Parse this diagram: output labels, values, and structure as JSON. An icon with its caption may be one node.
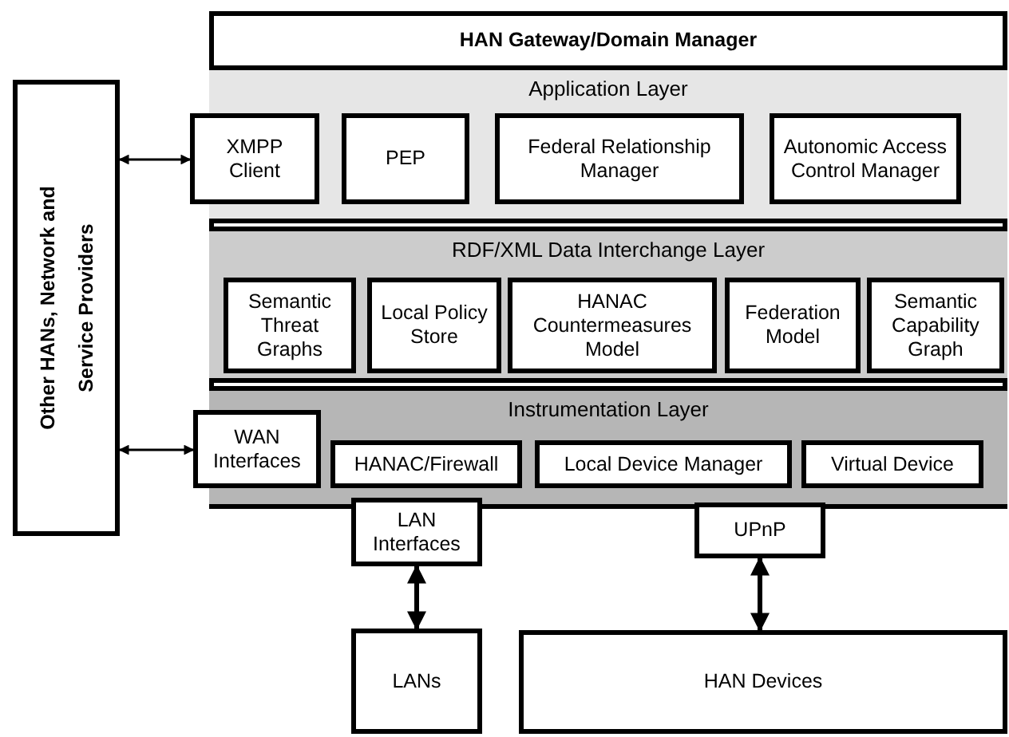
{
  "diagram": {
    "nodes": [
      {
        "text": [
          "HAN Gateway/Domain Manager"
        ]
      },
      {
        "text": [
          "Application Layer"
        ],
        "in": 0
      },
      {
        "text": [
          "PEP"
        ],
        "in": 1
      },
      {
        "text": [
          "Federal Relationship Manager"
        ],
        "in": 1
      },
      {
        "text": [
          "Autonomic Access Control Manager"
        ],
        "in": 1
      },
      {
        "text": [
          "RDF/XML Data Interchange Layer"
        ],
        "in": 0
      },
      {
        "text": [
          "Semantic Threat Graphs"
        ],
        "in": 5
      },
      {
        "text": [
          "Local Policy Store"
        ],
        "in": 5
      },
      {
        "text": [
          "HANAC Countermeasures Model"
        ],
        "in": 5
      },
      {
        "text": [
          "Federation Model"
        ],
        "in": 5
      },
      {
        "text": [
          "Semantic Capability Graph"
        ],
        "in": 5
      },
      {
        "text": [
          "Instrumentation Layer"
        ],
        "in": 0
      },
      {
        "text": [
          "HANAC/Firewall"
        ],
        "in": 11
      },
      {
        "text": [
          "Local Device Manager"
        ],
        "in": 11
      },
      {
        "text": [
          "Virtual Device"
        ],
        "in": 11
      },
      {
        "text": [
          "XMPP Client"
        ]
      },
      {
        "text": [
          "WAN Interfaces"
        ]
      },
      {
        "text": [
          "LAN Interfaces"
        ]
      },
      {
        "text": [
          "UPnP"
        ]
      },
      {
        "text": [
          "Other HANs, Network and Service Providers"
        ]
      },
      {
        "text": [
          "LANs"
        ]
      },
      {
        "text": [
          "HAN Devices"
        ]
      }
    ],
    "edges": [
      {
        "from": 19,
        "to": 15,
        "arrow": "both"
      },
      {
        "from": 19,
        "to": 16,
        "arrow": "both"
      },
      {
        "from": 17,
        "to": 20,
        "arrow": "both"
      },
      {
        "from": 18,
        "to": 21,
        "arrow": "both"
      }
    ]
  }
}
